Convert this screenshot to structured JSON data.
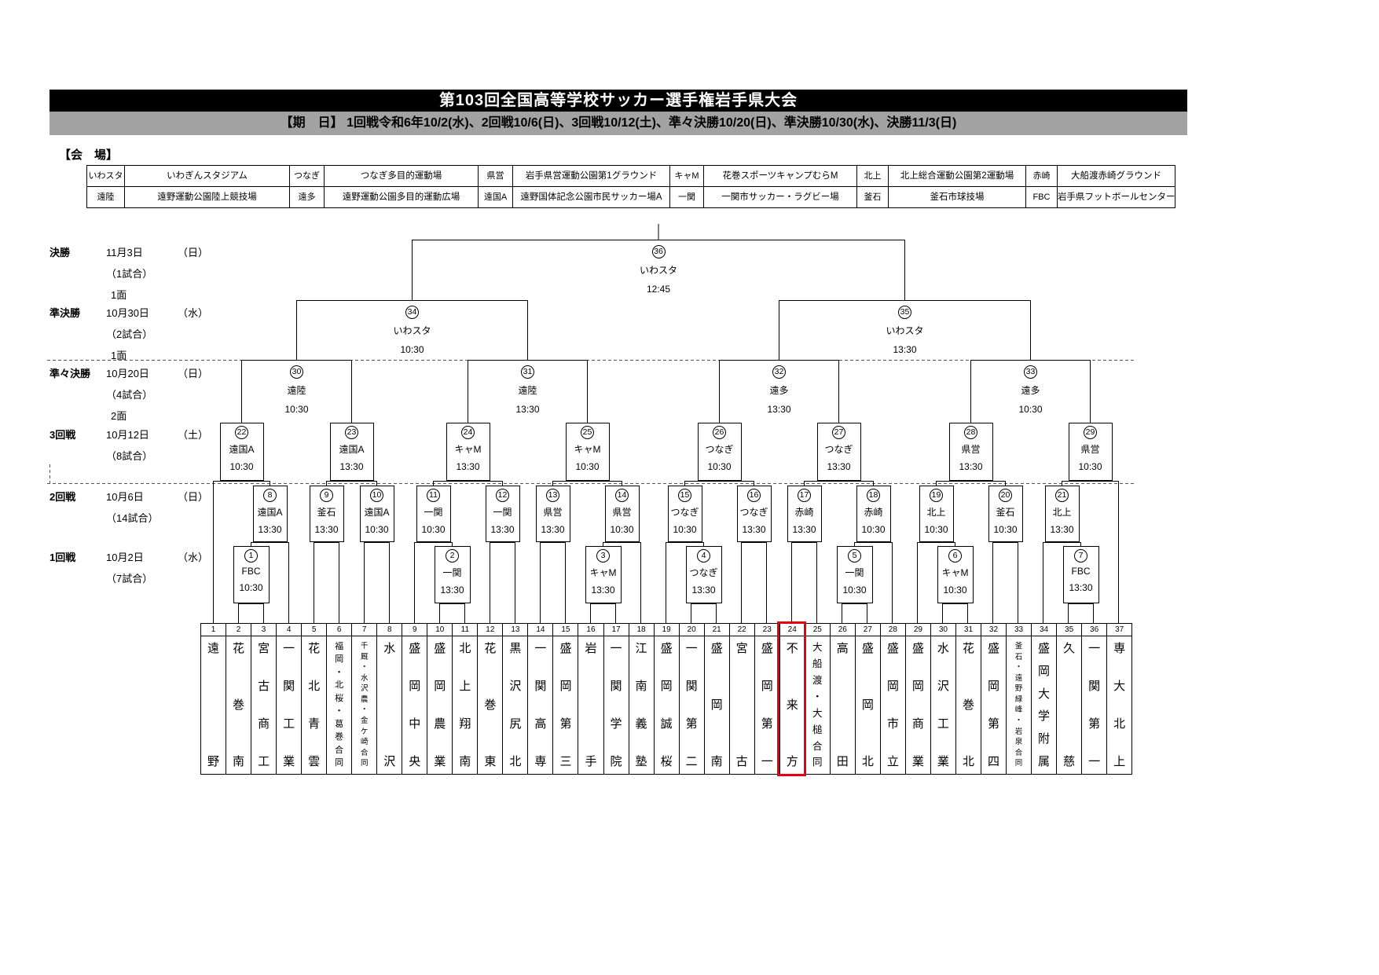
{
  "title": "第103回全国高等学校サッカー選手権岩手県大会",
  "schedule": "【期　日】 1回戦令和6年10/2(水)、2回戦10/6(日)、3回戦10/12(土)、準々決勝10/20(日)、準決勝10/30(水)、決勝11/3(日)",
  "venue_label": "【会　場】",
  "accent_color": "#e60012",
  "venues": {
    "rows": [
      [
        {
          "abbr": "いわスタ",
          "name": "いわぎんスタジアム"
        },
        {
          "abbr": "つなぎ",
          "name": "つなぎ多目的運動場"
        },
        {
          "abbr": "県営",
          "name": "岩手県営運動公園第1グラウンド"
        },
        {
          "abbr": "キャM",
          "name": "花巻スポーツキャンプむらM"
        },
        {
          "abbr": "北上",
          "name": "北上総合運動公園第2運動場"
        },
        {
          "abbr": "赤崎",
          "name": "大船渡赤崎グラウンド"
        }
      ],
      [
        {
          "abbr": "遠陸",
          "name": "遠野運動公園陸上競技場"
        },
        {
          "abbr": "遠多",
          "name": "遠野運動公園多目的運動広場"
        },
        {
          "abbr": "遠国A",
          "name": "遠野国体記念公園市民サッカー場A"
        },
        {
          "abbr": "一関",
          "name": "一関市サッカー・ラグビー場"
        },
        {
          "abbr": "釜石",
          "name": "釜石市球技場"
        },
        {
          "abbr": "FBC",
          "name": "岩手県フットボールセンター"
        }
      ]
    ]
  },
  "rounds": [
    {
      "name": "決勝",
      "date": "11月3日",
      "day": "（日）",
      "games": "（1試合）",
      "fields": "1面"
    },
    {
      "name": "準決勝",
      "date": "10月30日",
      "day": "（水）",
      "games": "（2試合）",
      "fields": "1面"
    },
    {
      "name": "準々決勝",
      "date": "10月20日",
      "day": "（日）",
      "games": "（4試合）",
      "fields": "2面"
    },
    {
      "name": "3回戦",
      "date": "10月12日",
      "day": "（土）",
      "games": "（8試合）",
      "fields": ""
    },
    {
      "name": "2回戦",
      "date": "10月6日",
      "day": "（日）",
      "games": "（14試合）",
      "fields": ""
    },
    {
      "name": "1回戦",
      "date": "10月2日",
      "day": "（水）",
      "games": "（7試合）",
      "fields": ""
    }
  ],
  "teams": [
    {
      "no": 1,
      "name": "遠野"
    },
    {
      "no": 2,
      "name": "花巻南"
    },
    {
      "no": 3,
      "name": "宮古商工"
    },
    {
      "no": 4,
      "name": "一関工業"
    },
    {
      "no": 5,
      "name": "花北青雲"
    },
    {
      "no": 6,
      "name": "福岡・北桜・葛巻合同"
    },
    {
      "no": 7,
      "name": "千厩・水沢農・金ケ崎合同"
    },
    {
      "no": 8,
      "name": "水沢"
    },
    {
      "no": 9,
      "name": "盛岡中央"
    },
    {
      "no": 10,
      "name": "盛岡農業"
    },
    {
      "no": 11,
      "name": "北上翔南"
    },
    {
      "no": 12,
      "name": "花巻東"
    },
    {
      "no": 13,
      "name": "黒沢尻北"
    },
    {
      "no": 14,
      "name": "一関高専"
    },
    {
      "no": 15,
      "name": "盛岡第三"
    },
    {
      "no": 16,
      "name": "岩手"
    },
    {
      "no": 17,
      "name": "一関学院"
    },
    {
      "no": 18,
      "name": "江南義塾"
    },
    {
      "no": 19,
      "name": "盛岡誠桜"
    },
    {
      "no": 20,
      "name": "一関第二"
    },
    {
      "no": 21,
      "name": "盛岡南"
    },
    {
      "no": 22,
      "name": "宮古"
    },
    {
      "no": 23,
      "name": "盛岡第一"
    },
    {
      "no": 24,
      "name": "不来方",
      "highlight": true
    },
    {
      "no": 25,
      "name": "大船渡・大槌合同"
    },
    {
      "no": 26,
      "name": "高田"
    },
    {
      "no": 27,
      "name": "盛岡北"
    },
    {
      "no": 28,
      "name": "盛岡市立"
    },
    {
      "no": 29,
      "name": "盛岡商業"
    },
    {
      "no": 30,
      "name": "水沢工業"
    },
    {
      "no": 31,
      "name": "花巻北"
    },
    {
      "no": 32,
      "name": "盛岡第四"
    },
    {
      "no": 33,
      "name": "釜石・遠野緑峰・岩泉合同"
    },
    {
      "no": 34,
      "name": "盛岡大学附属"
    },
    {
      "no": 35,
      "name": "久慈"
    },
    {
      "no": 36,
      "name": "一関第一"
    },
    {
      "no": 37,
      "name": "専大北上"
    }
  ],
  "matches": [
    {
      "id": 1,
      "round": 1,
      "venue": "FBC",
      "time": "10:30",
      "feeds": [
        "T2",
        "T3"
      ]
    },
    {
      "id": 2,
      "round": 1,
      "venue": "一関",
      "time": "13:30",
      "feeds": [
        "T10",
        "T11"
      ]
    },
    {
      "id": 3,
      "round": 1,
      "venue": "キャM",
      "time": "13:30",
      "feeds": [
        "T16",
        "T17"
      ]
    },
    {
      "id": 4,
      "round": 1,
      "venue": "つなぎ",
      "time": "13:30",
      "feeds": [
        "T20",
        "T21"
      ]
    },
    {
      "id": 5,
      "round": 1,
      "venue": "一関",
      "time": "10:30",
      "feeds": [
        "T26",
        "T27"
      ]
    },
    {
      "id": 6,
      "round": 1,
      "venue": "キャM",
      "time": "10:30",
      "feeds": [
        "T30",
        "T31"
      ]
    },
    {
      "id": 7,
      "round": 1,
      "venue": "FBC",
      "time": "13:30",
      "feeds": [
        "T35",
        "T36"
      ]
    },
    {
      "id": 8,
      "round": 2,
      "venue": "遠国A",
      "time": "13:30",
      "feeds": [
        "M1",
        "T4"
      ]
    },
    {
      "id": 9,
      "round": 2,
      "venue": "釜石",
      "time": "13:30",
      "feeds": [
        "T5",
        "T6"
      ]
    },
    {
      "id": 10,
      "round": 2,
      "venue": "遠国A",
      "time": "10:30",
      "feeds": [
        "T7",
        "T8"
      ]
    },
    {
      "id": 11,
      "round": 2,
      "venue": "一関",
      "time": "10:30",
      "feeds": [
        "T9",
        "M2"
      ]
    },
    {
      "id": 12,
      "round": 2,
      "venue": "一関",
      "time": "13:30",
      "feeds": [
        "T12",
        "T13"
      ]
    },
    {
      "id": 13,
      "round": 2,
      "venue": "県営",
      "time": "13:30",
      "feeds": [
        "T14",
        "T15"
      ]
    },
    {
      "id": 14,
      "round": 2,
      "venue": "県営",
      "time": "10:30",
      "feeds": [
        "M3",
        "T18"
      ]
    },
    {
      "id": 15,
      "round": 2,
      "venue": "つなぎ",
      "time": "10:30",
      "feeds": [
        "T19",
        "M4"
      ]
    },
    {
      "id": 16,
      "round": 2,
      "venue": "つなぎ",
      "time": "13:30",
      "feeds": [
        "T22",
        "T23"
      ]
    },
    {
      "id": 17,
      "round": 2,
      "venue": "赤崎",
      "time": "13:30",
      "feeds": [
        "T24",
        "T25"
      ]
    },
    {
      "id": 18,
      "round": 2,
      "venue": "赤崎",
      "time": "10:30",
      "feeds": [
        "M5",
        "T28"
      ]
    },
    {
      "id": 19,
      "round": 2,
      "venue": "北上",
      "time": "10:30",
      "feeds": [
        "T29",
        "M6"
      ]
    },
    {
      "id": 20,
      "round": 2,
      "venue": "釜石",
      "time": "10:30",
      "feeds": [
        "T32",
        "T33"
      ]
    },
    {
      "id": 21,
      "round": 2,
      "venue": "北上",
      "time": "13:30",
      "feeds": [
        "T34",
        "M7"
      ]
    },
    {
      "id": 22,
      "round": 3,
      "venue": "遠国A",
      "time": "10:30",
      "feeds": [
        "T1",
        "M8"
      ]
    },
    {
      "id": 23,
      "round": 3,
      "venue": "遠国A",
      "time": "13:30",
      "feeds": [
        "M9",
        "M10"
      ]
    },
    {
      "id": 24,
      "round": 3,
      "venue": "キャM",
      "time": "13:30",
      "feeds": [
        "M11",
        "M12"
      ]
    },
    {
      "id": 25,
      "round": 3,
      "venue": "キャM",
      "time": "10:30",
      "feeds": [
        "M13",
        "M14"
      ]
    },
    {
      "id": 26,
      "round": 3,
      "venue": "つなぎ",
      "time": "10:30",
      "feeds": [
        "M15",
        "M16"
      ]
    },
    {
      "id": 27,
      "round": 3,
      "venue": "つなぎ",
      "time": "13:30",
      "feeds": [
        "M17",
        "M18"
      ]
    },
    {
      "id": 28,
      "round": 3,
      "venue": "県営",
      "time": "13:30",
      "feeds": [
        "M19",
        "M20"
      ]
    },
    {
      "id": 29,
      "round": 3,
      "venue": "県営",
      "time": "10:30",
      "feeds": [
        "M21",
        "T37"
      ]
    },
    {
      "id": 30,
      "round": 4,
      "venue": "遠陸",
      "time": "10:30",
      "feeds": [
        "M22",
        "M23"
      ]
    },
    {
      "id": 31,
      "round": 4,
      "venue": "遠陸",
      "time": "13:30",
      "feeds": [
        "M24",
        "M25"
      ]
    },
    {
      "id": 32,
      "round": 4,
      "venue": "遠多",
      "time": "13:30",
      "feeds": [
        "M26",
        "M27"
      ]
    },
    {
      "id": 33,
      "round": 4,
      "venue": "遠多",
      "time": "10:30",
      "feeds": [
        "M28",
        "M29"
      ]
    },
    {
      "id": 34,
      "round": 5,
      "venue": "いわスタ",
      "time": "10:30",
      "feeds": [
        "M30",
        "M31"
      ]
    },
    {
      "id": 35,
      "round": 5,
      "venue": "いわスタ",
      "time": "13:30",
      "feeds": [
        "M32",
        "M33"
      ]
    },
    {
      "id": 36,
      "round": 6,
      "venue": "いわスタ",
      "time": "12:45",
      "feeds": [
        "M34",
        "M35"
      ]
    }
  ]
}
